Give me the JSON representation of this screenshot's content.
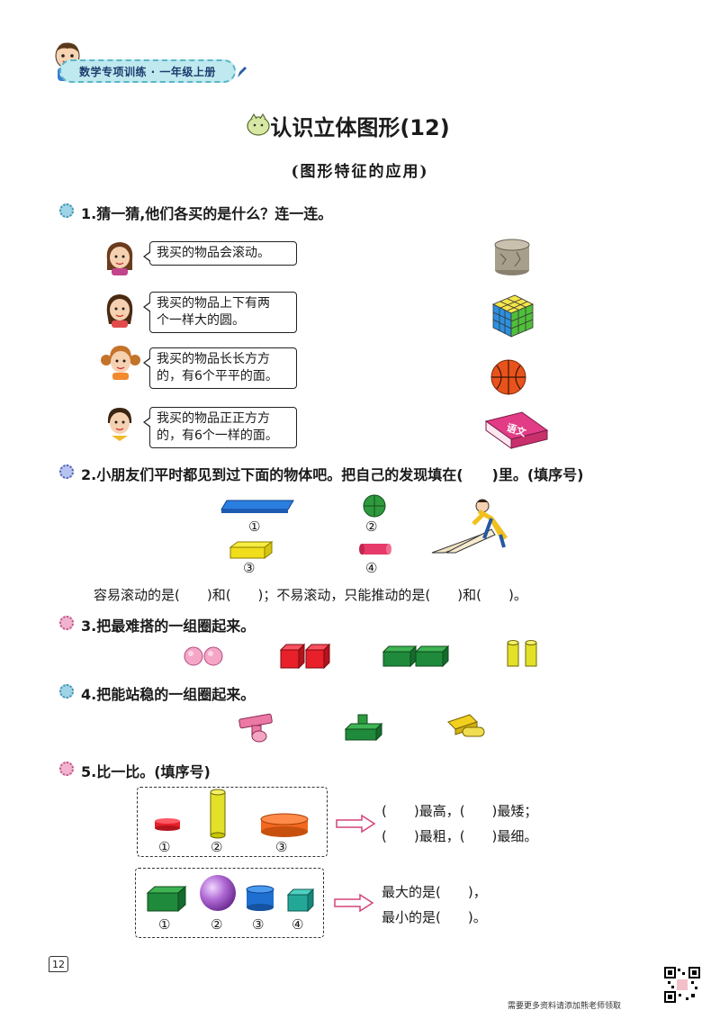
{
  "header": {
    "series": "数学专项训练 · 一年级上册"
  },
  "title": "认识立体图形(12)",
  "subtitle": "(图形特征的应用)",
  "q1": {
    "prompt": "1.猜一猜,他们各买的是什么？连一连。",
    "bubbles": [
      {
        "line1": "我买的物品会滚动。",
        "line2": ""
      },
      {
        "line1": "我买的物品上下有两",
        "line2": "个一样大的圆。"
      },
      {
        "line1": "我买的物品长长方方",
        "line2": "的，有6个平平的面。"
      },
      {
        "line1": "我买的物品正正方方",
        "line2": "的，有6个一样的面。"
      }
    ],
    "book_label": "语文"
  },
  "q2": {
    "prompt": "2.小朋友们平时都见到过下面的物体吧。把自己的发现填在(　　)里。(填序号)",
    "labels": [
      "①",
      "②",
      "③",
      "④"
    ],
    "answer_line": "容易滚动的是(　　)和(　　)；不易滚动，只能推动的是(　　)和(　　)。"
  },
  "q3": {
    "prompt": "3.把最难搭的一组圈起来。"
  },
  "q4": {
    "prompt": "4.把能站稳的一组圈起来。"
  },
  "q5": {
    "prompt": "5.比一比。(填序号)",
    "group1_labels": [
      "①",
      "②",
      "③"
    ],
    "group1_line1": "(　　)最高，(　　)最矮；",
    "group1_line2": "(　　)最粗，(　　)最细。",
    "group2_labels": [
      "①",
      "②",
      "③",
      "④"
    ],
    "group2_line1": "最大的是(　　)，",
    "group2_line2": "最小的是(　　)。"
  },
  "page_number": "12",
  "footer": "需要更多资料请添加熊老师领取",
  "colors": {
    "ribbon": "#bfe9ef",
    "red": "#e8202a",
    "green": "#1f8a3c",
    "yellow": "#f0e020",
    "pink": "#f08fb6",
    "blue": "#1e6fd0",
    "purple": "#a35bc4"
  }
}
